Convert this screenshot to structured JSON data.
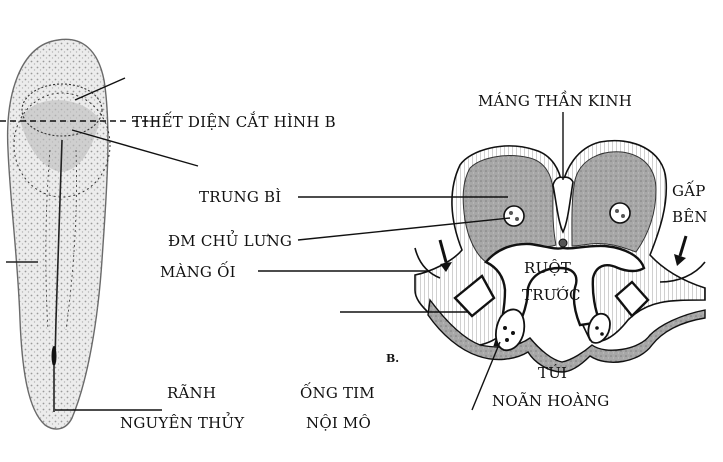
{
  "labels": {
    "section_line": "THIẾT DIỆN CẮT HÌNH B",
    "neural_groove": "MÁNG THẦN KINH",
    "mesoderm": "TRUNG BÌ",
    "lateral_fold_1": "GẤP",
    "lateral_fold_2": "BÊN",
    "dorsal_aorta": "ĐM CHỦ LƯNG",
    "amnion": "MÀNG ỐI",
    "foregut_1": "RUỘT",
    "foregut_2": "TRƯỚC",
    "panel_b": "B.",
    "yolk_sac_1": "TÚI",
    "yolk_sac_2": "NOÃN HOÀNG",
    "primitive_streak_1": "RÃNH",
    "primitive_streak_2": "NGUYÊN THỦY",
    "endocardial_tube_1": "ỐNG TIM",
    "endocardial_tube_2": "NỘI MÔ"
  },
  "colors": {
    "ink": "#111111",
    "tissue": "#a9a9a9",
    "embryo_stipple": "#cfcfcf"
  }
}
